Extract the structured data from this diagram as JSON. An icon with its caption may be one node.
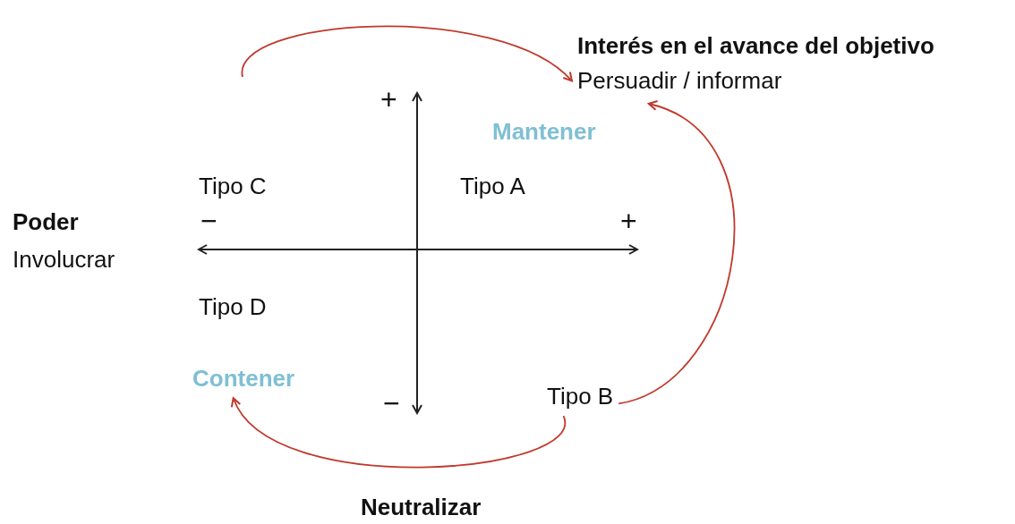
{
  "diagram": {
    "nodes": [
      {
        "text": [
          "Interés en el avance del objetivo",
          "Persuadir / informar"
        ]
      },
      {
        "text": [
          "Contener"
        ]
      },
      {
        "text": [
          "Tipo B"
        ]
      }
    ],
    "edges": [
      {
        "from": null,
        "to": 0,
        "arrow": "to"
      },
      {
        "from": 2,
        "to": 0,
        "arrow": "to"
      },
      {
        "from": 2,
        "to": 1,
        "arrow": "to",
        "label": "Neutralizar"
      }
    ],
    "labels": [
      "+",
      "Mantener",
      "Tipo C",
      "Tipo A",
      "Poder",
      "−",
      "+",
      "Involucrar",
      "Tipo D",
      "−"
    ]
  }
}
